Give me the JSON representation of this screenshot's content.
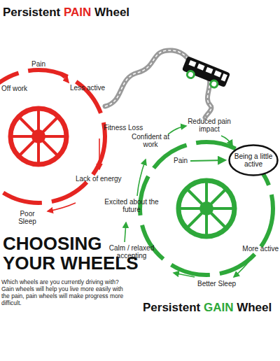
{
  "diagram": {
    "title": "CHOOSING YOUR WHEELS",
    "caption": "Which wheels are you currently driving with? Gain wheels will help you live more easily with the pain, pain wheels will make progress more difficult.",
    "nodes": [
      {
        "text": [
          "Being a little active"
        ]
      }
    ],
    "labels": [
      "Persistent",
      "PAIN",
      "Wheel",
      "Pain",
      "Less active",
      "Fitness Loss",
      "Lack of energy",
      "Poor Sleep",
      "Off work",
      "Reduced pain impact",
      "Confident at work",
      "Pain",
      "Excited about the future",
      "Calm / relaxed accepting",
      "Better Sleep",
      "More active",
      "Persistent",
      "GAIN",
      "Wheel"
    ]
  }
}
